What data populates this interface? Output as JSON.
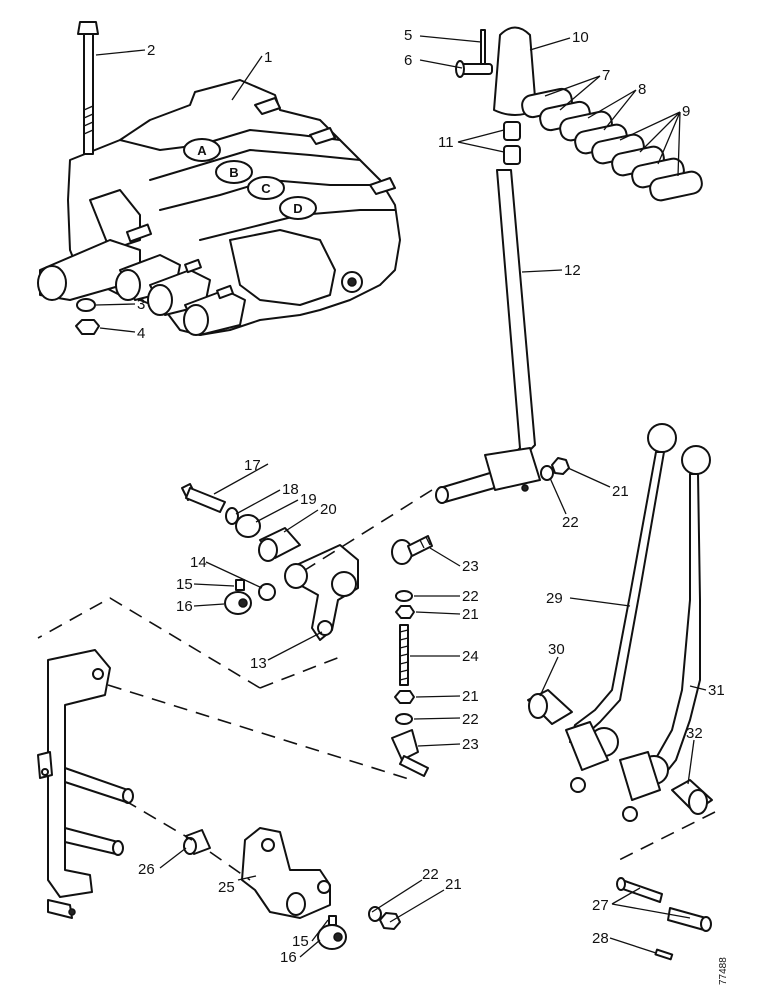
{
  "diagram": {
    "callouts": [
      {
        "id": "1",
        "text": "1"
      },
      {
        "id": "2",
        "text": "2"
      },
      {
        "id": "3",
        "text": "3"
      },
      {
        "id": "4",
        "text": "4"
      },
      {
        "id": "5",
        "text": "5"
      },
      {
        "id": "6",
        "text": "6"
      },
      {
        "id": "7",
        "text": "7"
      },
      {
        "id": "8",
        "text": "8"
      },
      {
        "id": "9",
        "text": "9"
      },
      {
        "id": "10",
        "text": "10"
      },
      {
        "id": "11",
        "text": "11"
      },
      {
        "id": "12",
        "text": "12"
      },
      {
        "id": "13",
        "text": "13"
      },
      {
        "id": "14",
        "text": "14"
      },
      {
        "id": "15a",
        "text": "15"
      },
      {
        "id": "16a",
        "text": "16"
      },
      {
        "id": "17",
        "text": "17"
      },
      {
        "id": "18",
        "text": "18"
      },
      {
        "id": "19",
        "text": "19"
      },
      {
        "id": "20",
        "text": "20"
      },
      {
        "id": "21a",
        "text": "21"
      },
      {
        "id": "22a",
        "text": "22"
      },
      {
        "id": "23a",
        "text": "23"
      },
      {
        "id": "22b",
        "text": "22"
      },
      {
        "id": "21b",
        "text": "21"
      },
      {
        "id": "24",
        "text": "24"
      },
      {
        "id": "21c",
        "text": "21"
      },
      {
        "id": "22c",
        "text": "22"
      },
      {
        "id": "23b",
        "text": "23"
      },
      {
        "id": "29",
        "text": "29"
      },
      {
        "id": "30",
        "text": "30"
      },
      {
        "id": "31",
        "text": "31"
      },
      {
        "id": "32",
        "text": "32"
      },
      {
        "id": "26",
        "text": "26"
      },
      {
        "id": "25",
        "text": "25"
      },
      {
        "id": "22d",
        "text": "22"
      },
      {
        "id": "21d",
        "text": "21"
      },
      {
        "id": "15b",
        "text": "15"
      },
      {
        "id": "16b",
        "text": "16"
      },
      {
        "id": "27",
        "text": "27"
      },
      {
        "id": "28",
        "text": "28"
      }
    ],
    "valve_labels": [
      "A",
      "B",
      "C",
      "D"
    ],
    "reference_code": "77488"
  }
}
